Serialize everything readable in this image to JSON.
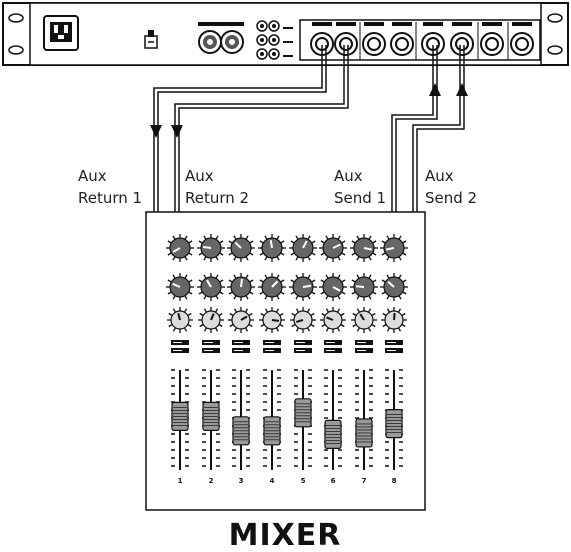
{
  "labels": {
    "aux_return_1_line1": "Aux",
    "aux_return_1_line2": "Return 1",
    "aux_return_2_line1": "Aux",
    "aux_return_2_line2": "Return 2",
    "aux_send_1_line1": "Aux",
    "aux_send_1_line2": "Send 1",
    "aux_send_2_line1": "Aux",
    "aux_send_2_line2": "Send 2"
  },
  "mixer": {
    "title": "MIXER",
    "channel_numbers": [
      "1",
      "2",
      "3",
      "4",
      "5",
      "6",
      "7",
      "8"
    ],
    "fader_levels": [
      0.55,
      0.55,
      0.35,
      0.35,
      0.6,
      0.3,
      0.32,
      0.45
    ]
  }
}
